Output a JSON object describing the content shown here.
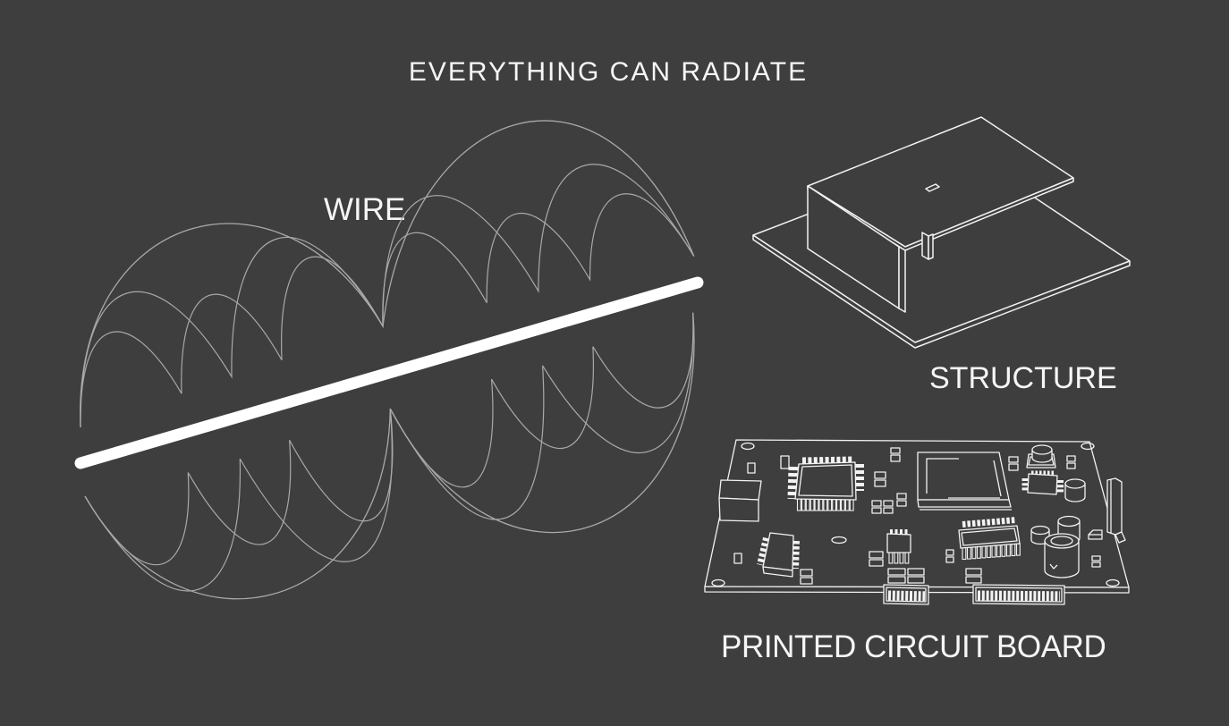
{
  "slide": {
    "title": "EVERYTHING CAN RADIATE",
    "labels": {
      "wire": "WIRE",
      "structure": "STRUCTURE",
      "pcb": "PRINTED CIRCUIT BOARD"
    },
    "colors": {
      "background": "#3e3e3e",
      "text": "#f6f6f6",
      "wave_stroke": "#a9a9a9",
      "wire_stroke": "#ffffff",
      "outline_stroke": "#f2f2f2"
    },
    "illustrations": [
      {
        "name": "wire",
        "label": "WIRE"
      },
      {
        "name": "structure",
        "label": "STRUCTURE"
      },
      {
        "name": "pcb",
        "label": "PRINTED CIRCUIT BOARD"
      }
    ]
  }
}
